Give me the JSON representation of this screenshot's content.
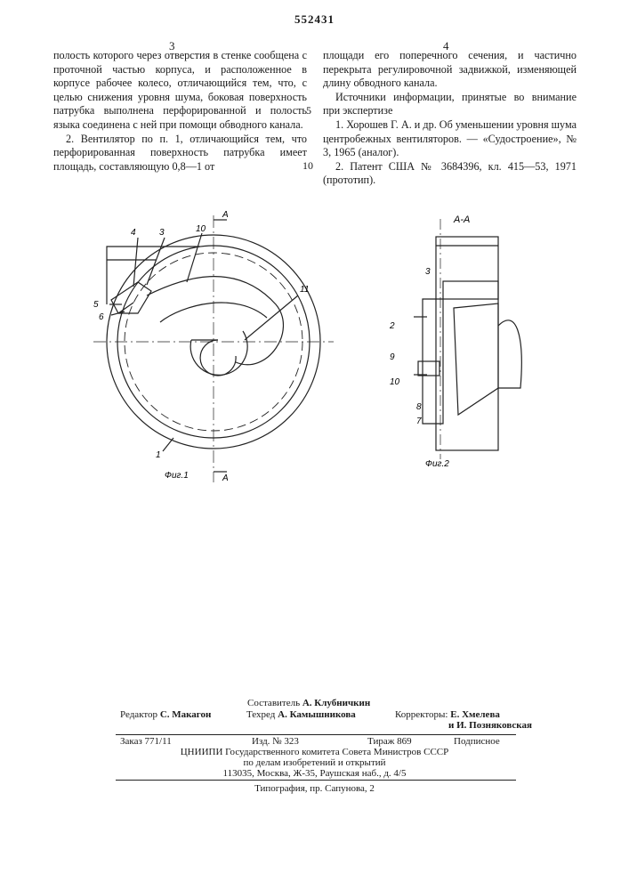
{
  "patent_number": "552431",
  "column_left": {
    "number": "3",
    "paragraphs": [
      "полость которого через отверстия в стенке сообщена с проточной частью корпуса, и расположенное в корпусе рабочее колесо, отличающийся тем, что, с целью снижения уровня шума, боковая поверхность патрубка выполнена перфорированной и полость языка соединена с ней при помощи обводного канала.",
      "2. Вентилятор по п. 1, отличающийся тем, что перфорированная поверхность патрубка имеет площадь, составляющую 0,8—1 от"
    ]
  },
  "column_right": {
    "number": "4",
    "paragraphs": [
      "площади его поперечного сечения, и частично перекрыта регулировочной задвижкой, изменяющей длину обводного канала.",
      "Источники информации, принятые во внимание при экспертизе",
      "1. Хорошев Г. А. и др. Об уменьшении уровня шума центробежных вентиляторов. — «Судостроение», № 3, 1965 (аналог).",
      "2. Патент США № 3684396, кл. 415—53, 1971 (прототип)."
    ]
  },
  "line_markers": [
    "5",
    "10"
  ],
  "figure1": {
    "caption": "Фиг.1",
    "section_mark": "A",
    "labels": [
      "4",
      "3",
      "10",
      "11",
      "5",
      "6",
      "1"
    ]
  },
  "figure2": {
    "title": "А-А",
    "caption": "Фиг.2",
    "labels": [
      "3",
      "2",
      "9",
      "10",
      "8",
      "7"
    ]
  },
  "footer": {
    "compiler_label": "Составитель",
    "compiler_name": "А. Клубничкин",
    "editor_label": "Редактор",
    "editor_name": "С. Макагон",
    "techred_label": "Техред",
    "techred_name": "А. Камышникова",
    "correctors_label": "Корректоры:",
    "corrector1": "Е. Хмелева",
    "corrector2": "и И. Позняковская",
    "order": "Заказ 771/11",
    "edition": "Изд. № 323",
    "circulation": "Тираж 869",
    "subscription": "Подписное",
    "org_line1": "ЦНИИПИ Государственного комитета Совета Министров СССР",
    "org_line2": "по делам изобретений и открытий",
    "org_line3": "113035, Москва, Ж-35, Раушская наб., д. 4/5",
    "printing": "Типография, пр. Сапунова, 2"
  }
}
